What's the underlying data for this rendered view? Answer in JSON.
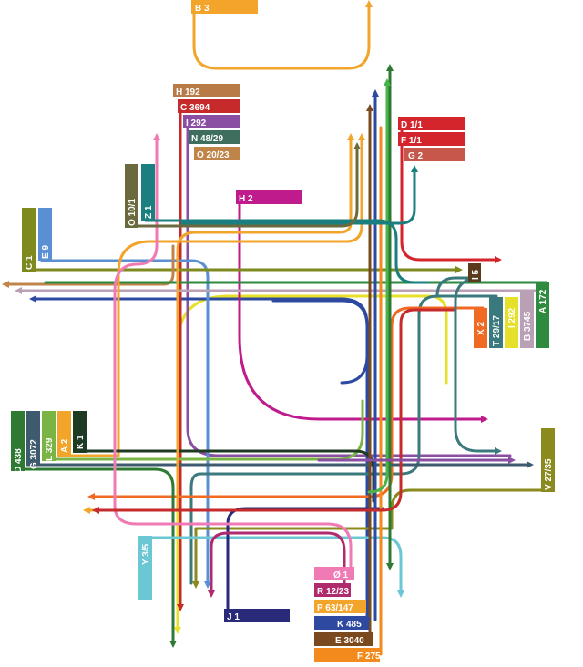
{
  "labels": [
    {
      "id": "B3_top",
      "text": "B 3",
      "color": "#f2a52a"
    },
    {
      "id": "H192",
      "text": "H 192",
      "color": "#b87a47"
    },
    {
      "id": "C3694",
      "text": "C 3694",
      "color": "#c62a2a"
    },
    {
      "id": "I292_top",
      "text": "I 292",
      "color": "#8a4fa3"
    },
    {
      "id": "N4829",
      "text": "N 48/29",
      "color": "#3e6e5e"
    },
    {
      "id": "O2023",
      "text": "O 20/23",
      "color": "#c08348"
    },
    {
      "id": "D11",
      "text": "D 1/1",
      "color": "#d4242c"
    },
    {
      "id": "F11",
      "text": "F 1/1",
      "color": "#d4242c"
    },
    {
      "id": "G2",
      "text": "G 2",
      "color": "#c7574a"
    },
    {
      "id": "H2",
      "text": "H 2",
      "color": "#c01b8c"
    },
    {
      "id": "O101",
      "text": "O 10/1",
      "color": "#6b6a3e"
    },
    {
      "id": "Z1",
      "text": "Z 1",
      "color": "#1b7f7f"
    },
    {
      "id": "C1",
      "text": "C 1",
      "color": "#7f8a1e"
    },
    {
      "id": "E9",
      "text": "E 9",
      "color": "#5b8fd4"
    },
    {
      "id": "I5",
      "text": "I 5",
      "color": "#5c3a1e"
    },
    {
      "id": "X2",
      "text": "X 2",
      "color": "#f06a23"
    },
    {
      "id": "T2917",
      "text": "T 29/17",
      "color": "#3a7a7e"
    },
    {
      "id": "I292_r",
      "text": "I 292",
      "color": "#e6e02a"
    },
    {
      "id": "B3745",
      "text": "B 3745",
      "color": "#b9a0b5"
    },
    {
      "id": "A172",
      "text": "A 172",
      "color": "#2e8a3e"
    },
    {
      "id": "D438",
      "text": "D 438",
      "color": "#2e7a32"
    },
    {
      "id": "G3072",
      "text": "G 3072",
      "color": "#3e5a6e"
    },
    {
      "id": "L329",
      "text": "L 329",
      "color": "#79b444"
    },
    {
      "id": "A2",
      "text": "A 2",
      "color": "#f2a52a"
    },
    {
      "id": "K1_l",
      "text": "K 1",
      "color": "#1e3a22"
    },
    {
      "id": "V2735",
      "text": "V 27/35",
      "color": "#8a8a1e"
    },
    {
      "id": "Y35",
      "text": "Y 3/5",
      "color": "#6cc7d4"
    },
    {
      "id": "J1",
      "text": "J 1",
      "color": "#2a2a7a"
    },
    {
      "id": "O1",
      "text": "Ø 1",
      "color": "#f07ab4"
    },
    {
      "id": "R1223",
      "text": "R 12/23",
      "color": "#b02a6e"
    },
    {
      "id": "P63147",
      "text": "P 63/147",
      "color": "#f2a52a"
    },
    {
      "id": "K485",
      "text": "K 485",
      "color": "#2e4aa0"
    },
    {
      "id": "E3040",
      "text": "E 3040",
      "color": "#7a4a1e"
    },
    {
      "id": "F275",
      "text": "F 275",
      "color": "#f28a1e"
    }
  ]
}
